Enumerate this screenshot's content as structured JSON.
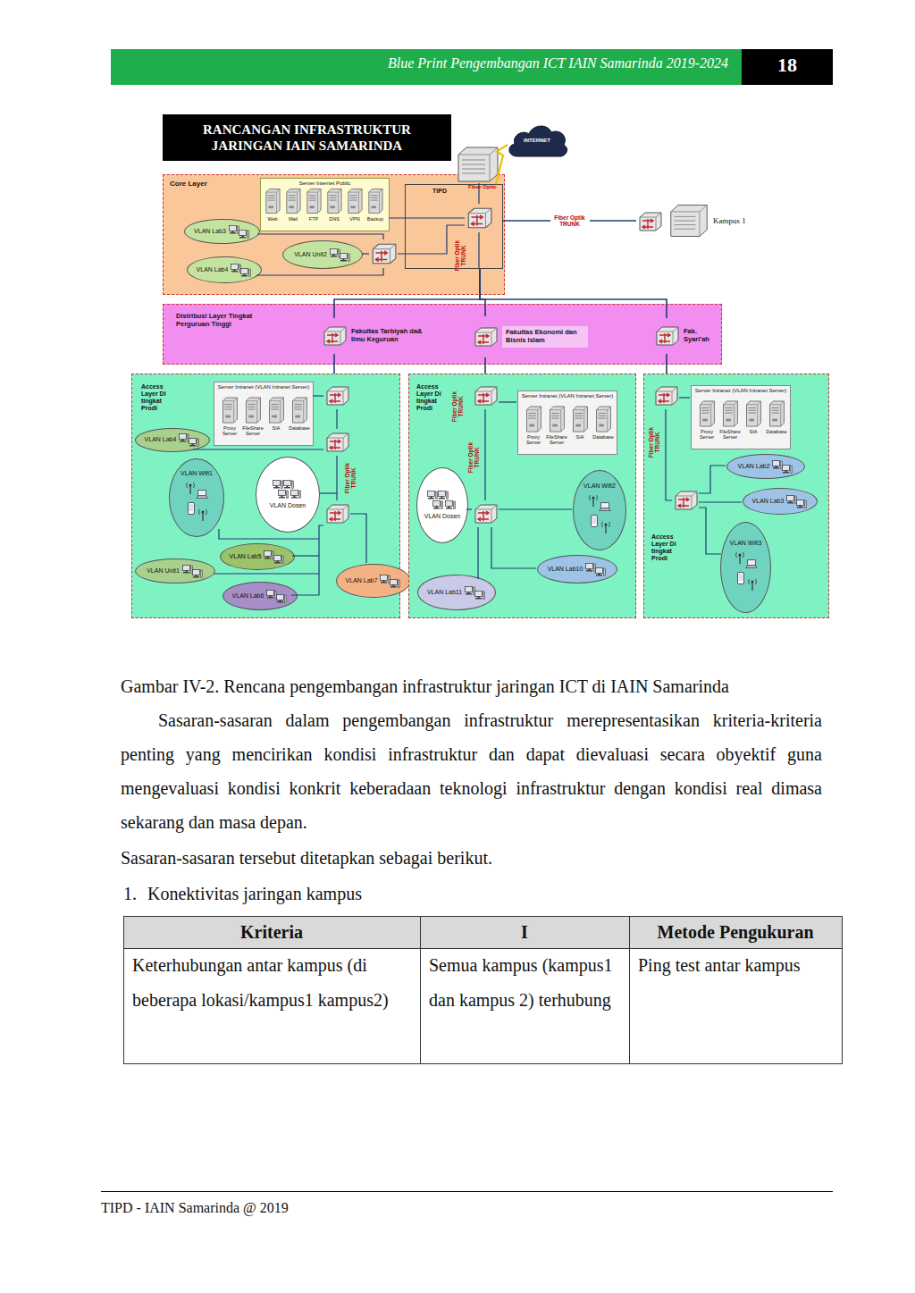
{
  "diagram": {
    "title": "RANCANGAN INFRASTRUKTUR JARINGAN IAIN SAMARINDA",
    "caption": "Gambar IV-2. Rencana pengembangan infrastruktur jaringan ICT di IAIN Samarinda",
    "nodes": [
      {
        "text": [
          "Core Layer"
        ]
      },
      {
        "text": [
          "TIPD"
        ],
        "in": 0
      },
      {
        "text": [
          "Server Internet Public"
        ],
        "in": 0
      },
      {
        "text": [
          "VLAN Lab3"
        ],
        "in": 0
      },
      {
        "text": [
          "VLAN Unit2"
        ],
        "in": 0
      },
      {
        "text": [
          "VLAN Lab4"
        ],
        "in": 0
      },
      {
        "text": [
          "INTERNET"
        ]
      },
      {
        "text": [
          "Kampus 1"
        ]
      },
      {
        "text": [
          "Distribusi Layer Tingkat Perguruan Tinggi"
        ]
      },
      {
        "text": [
          "Fakultas Tarbiyah da& Ilmu Keguruan"
        ],
        "in": 8
      },
      {
        "text": [
          "Fakultas Ekonomi dan Bisnis Islam"
        ],
        "in": 8
      },
      {
        "text": [
          "Fak. Syari'ah"
        ],
        "in": 8
      },
      {
        "text": [
          "Access Layer Di tingkat Prodi"
        ]
      },
      {
        "text": [
          "Server Intranet (VLAN Intranet Server)"
        ],
        "in": 12
      },
      {
        "text": [
          "VLAN Lab4"
        ],
        "in": 12
      },
      {
        "text": [
          "VLAN Wifi1"
        ],
        "in": 12
      },
      {
        "text": [
          "VLAN Dosen"
        ],
        "in": 12
      },
      {
        "text": [
          "VLAN Lab5"
        ],
        "in": 12
      },
      {
        "text": [
          "VLAN Unit1"
        ],
        "in": 12
      },
      {
        "text": [
          "VLAN Lab6"
        ],
        "in": 12
      },
      {
        "text": [
          "VLAN Lab7"
        ],
        "in": 12
      },
      {
        "text": [
          "Access Layer Di tingkat Prodi"
        ]
      },
      {
        "text": [
          "Server Intranet (VLAN Intranet Server)"
        ],
        "in": 21
      },
      {
        "text": [
          "VLAN Dosen"
        ],
        "in": 21
      },
      {
        "text": [
          "VLAN Wifi2"
        ],
        "in": 21
      },
      {
        "text": [
          "VLAN Lab10"
        ],
        "in": 21
      },
      {
        "text": [
          "VLAN Lab11"
        ],
        "in": 21
      },
      {
        "text": [
          "Access Layer Di tingkat Prodi"
        ]
      },
      {
        "text": [
          "Server Intranet (VLAN Intranet Server)"
        ],
        "in": 27
      },
      {
        "text": [
          "VLAN Lab2"
        ],
        "in": 27
      },
      {
        "text": [
          "VLAN Lab3"
        ],
        "in": 27
      },
      {
        "text": [
          "VLAN Wifi3"
        ],
        "in": 27
      }
    ],
    "edges": [
      {
        "from": 6,
        "to": 1,
        "arrow": "none"
      },
      {
        "from": 1,
        "to": 7,
        "label": "Fiber Optik TRUNK",
        "arrow": "none"
      },
      {
        "from": 1,
        "to": 9,
        "arrow": "none"
      },
      {
        "from": 1,
        "to": 10,
        "arrow": "none"
      },
      {
        "from": 1,
        "to": 11,
        "arrow": "none"
      },
      {
        "from": 9,
        "to": 12,
        "arrow": "none"
      },
      {
        "from": 10,
        "to": 21,
        "arrow": "none"
      },
      {
        "from": 11,
        "to": 27,
        "arrow": "none"
      }
    ],
    "labels": [
      "Blue Print Pengembangan ICT IAIN Samarinda 2019-2024",
      "18",
      "Fiber Optic",
      "Fiber Optik TRUNK",
      "Web",
      "Mail",
      "FTP",
      "DNS",
      "VPN",
      "Backup",
      "Fiber Optik TRUNK",
      "Fiber Optik TRUNK",
      "Fiber Optik TRUNK",
      "Fiber Optik TRUNK",
      "Proxy Server",
      "FileShare Server",
      "SIA",
      "Database",
      "Proxy Server",
      "FileShare Server",
      "SIA",
      "Database",
      "Proxy Server",
      "FileShare Server",
      "SIA",
      "Database",
      "Sasaran-sasaran dalam pengembangan infrastruktur merepresentasikan kriteria-kriteria penting yang mencirikan kondisi infrastruktur dan dapat dievaluasi secara obyektif guna mengevaluasi kondisi konkrit keberadaan teknologi infrastruktur dengan kondisi real dimasa sekarang dan masa depan.",
      "Sasaran-sasaran tersebut ditetapkan sebagai berikut.",
      "1.",
      "Konektivitas jaringan kampus",
      "Kriteria",
      "I",
      "Metode Pengukuran",
      "Keterhubungan antar kampus (di beberapa lokasi/kampus1 kampus2)",
      "Semua kampus (kampus1 dan kampus 2) terhubung",
      "Ping test antar kampus",
      "TIPD - IAIN Samarinda @ 2019"
    ]
  }
}
